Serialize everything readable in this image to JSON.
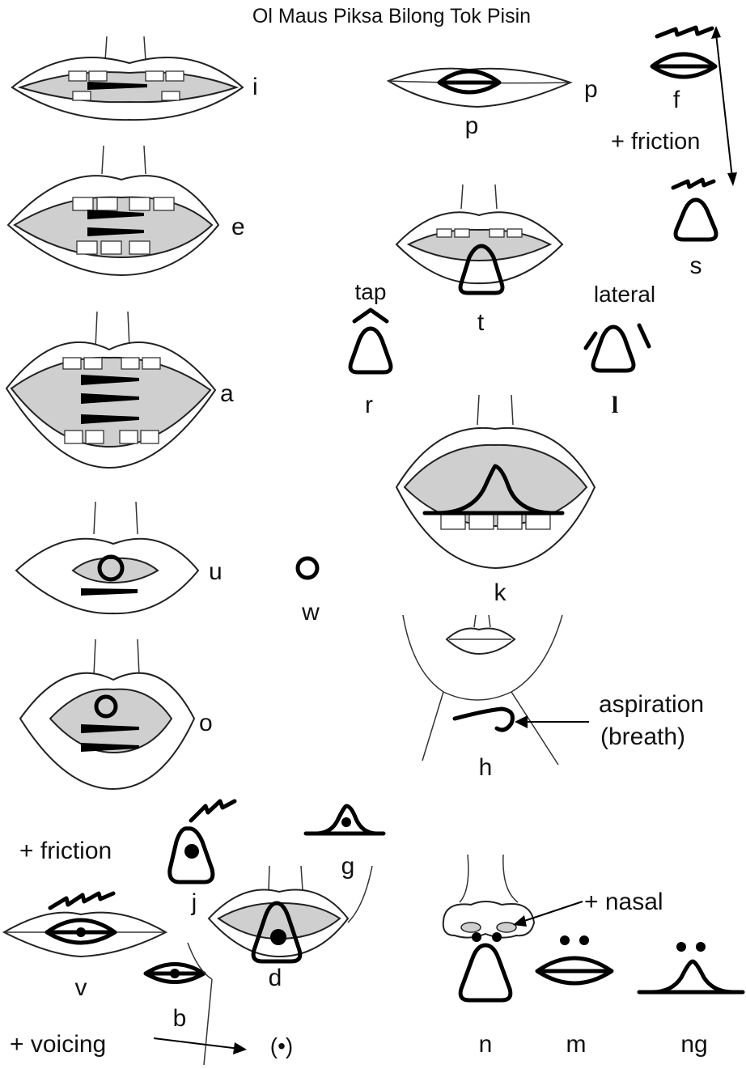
{
  "title": "Ol Maus Piksa Bilong Tok Pisin",
  "labels": {
    "i": "i",
    "e": "e",
    "a": "a",
    "u": "u",
    "w": "w",
    "o": "o",
    "p_side": "p",
    "p_below": "p",
    "f": "f",
    "s": "s",
    "t": "t",
    "tap": "tap",
    "r": "r",
    "lateral": "lateral",
    "l": "l",
    "k": "k",
    "h": "h",
    "j": "j",
    "g": "g",
    "v": "v",
    "b": "b",
    "d": "d",
    "n": "n",
    "m": "m",
    "ng": "ng",
    "friction_right": "+ friction",
    "friction_left": "+ friction",
    "aspiration_line1": "aspiration",
    "aspiration_line2": "(breath)",
    "nasal": "+ nasal",
    "voicing": "+ voicing",
    "voicing_symbol": "(•)"
  },
  "colors": {
    "ink": "#000000",
    "mouth_shade": "#cfcfcf",
    "background": "#ffffff"
  }
}
